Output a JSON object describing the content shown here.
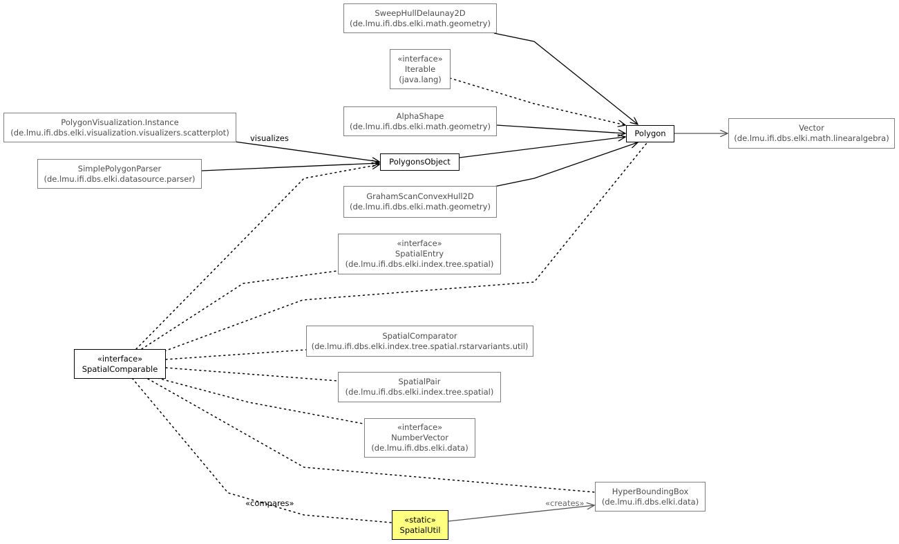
{
  "nodes": {
    "sweephull": {
      "lines": [
        "SweepHullDelaunay2D",
        "(de.lmu.ifi.dbs.elki.math.geometry)"
      ]
    },
    "iterable": {
      "lines": [
        "«interface»",
        "Iterable",
        "(java.lang)"
      ]
    },
    "alphashape": {
      "lines": [
        "AlphaShape",
        "(de.lmu.ifi.dbs.elki.math.geometry)"
      ]
    },
    "polygon": {
      "lines": [
        "Polygon"
      ]
    },
    "vector": {
      "lines": [
        "Vector",
        "(de.lmu.ifi.dbs.elki.math.linearalgebra)"
      ]
    },
    "polyvis": {
      "lines": [
        "PolygonVisualization.Instance",
        "(de.lmu.ifi.dbs.elki.visualization.visualizers.scatterplot)"
      ]
    },
    "polygonsobject": {
      "lines": [
        "PolygonsObject"
      ]
    },
    "simpleparser": {
      "lines": [
        "SimplePolygonParser",
        "(de.lmu.ifi.dbs.elki.datasource.parser)"
      ]
    },
    "grahamscan": {
      "lines": [
        "GrahamScanConvexHull2D",
        "(de.lmu.ifi.dbs.elki.math.geometry)"
      ]
    },
    "spatialentry": {
      "lines": [
        "«interface»",
        "SpatialEntry",
        "(de.lmu.ifi.dbs.elki.index.tree.spatial)"
      ]
    },
    "spatialcomparator": {
      "lines": [
        "SpatialComparator",
        "(de.lmu.ifi.dbs.elki.index.tree.spatial.rstarvariants.util)"
      ]
    },
    "spatialcomparable": {
      "lines": [
        "«interface»",
        "SpatialComparable"
      ]
    },
    "spatialpair": {
      "lines": [
        "SpatialPair",
        "(de.lmu.ifi.dbs.elki.index.tree.spatial)"
      ]
    },
    "numbervector": {
      "lines": [
        "«interface»",
        "NumberVector",
        "(de.lmu.ifi.dbs.elki.data)"
      ]
    },
    "hyperbox": {
      "lines": [
        "HyperBoundingBox",
        "(de.lmu.ifi.dbs.elki.data)"
      ]
    },
    "spatialutil": {
      "lines": [
        "«static»",
        "SpatialUtil"
      ]
    }
  },
  "edge_labels": {
    "visualizes": "visualizes",
    "compares": "«compares»",
    "creates": "«creates»"
  }
}
